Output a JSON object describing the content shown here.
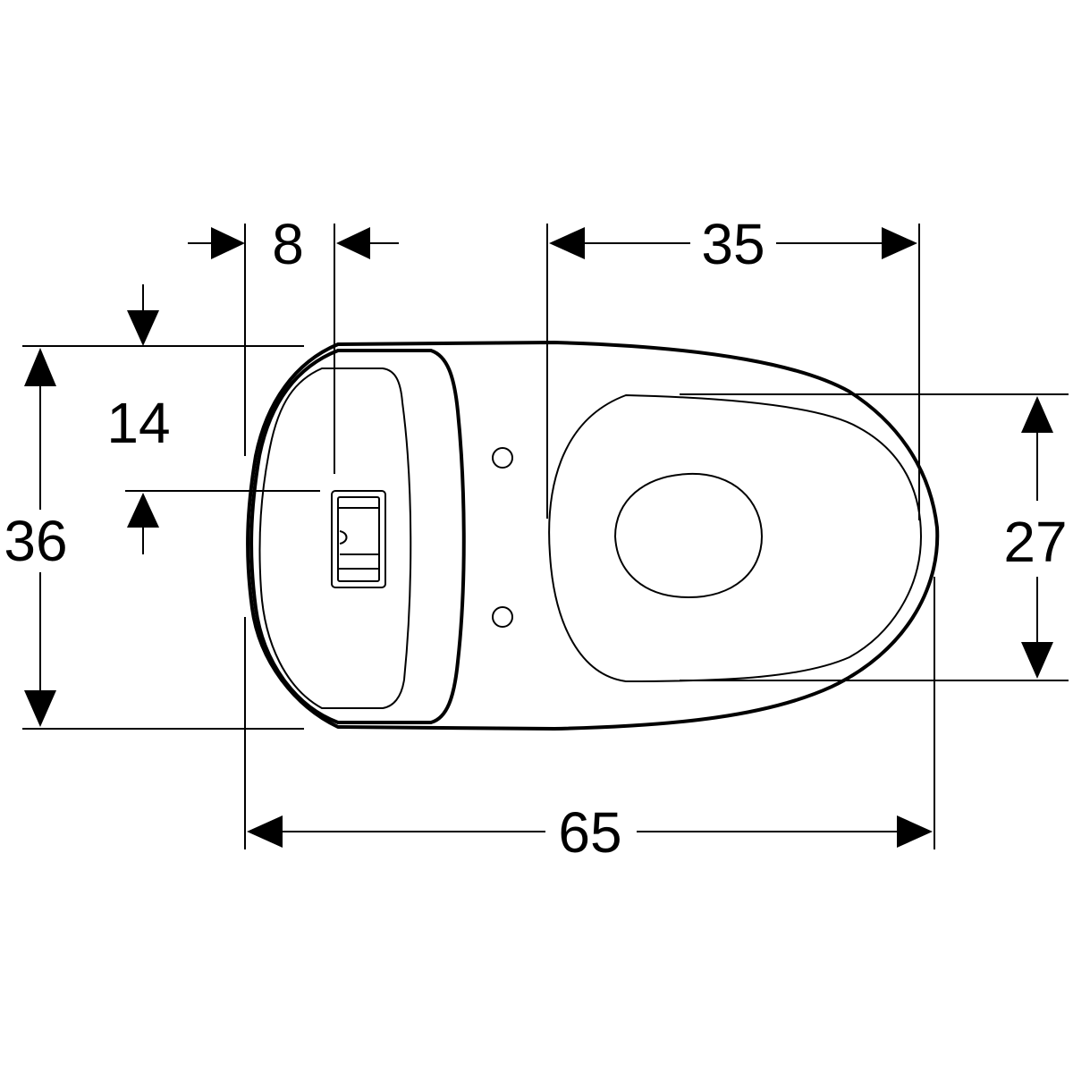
{
  "diagram": {
    "dimensions": {
      "overall_width": "36",
      "overall_length": "65",
      "seat_width": "27",
      "seat_depth": "35",
      "button_offset_x": "8",
      "button_offset_y": "14"
    }
  }
}
